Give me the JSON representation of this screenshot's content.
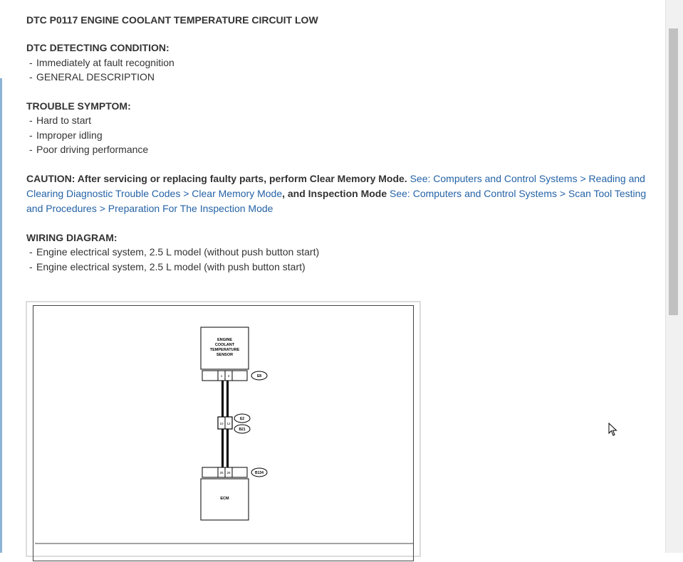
{
  "doc": {
    "title": "DTC P0117 ENGINE COOLANT TEMPERATURE CIRCUIT LOW",
    "detecting": {
      "heading": "DTC DETECTING CONDITION:",
      "items": [
        "Immediately at fault recognition",
        "GENERAL DESCRIPTION"
      ]
    },
    "symptom": {
      "heading": "TROUBLE SYMPTOM:",
      "items": [
        "Hard to start",
        "Improper idling",
        "Poor driving performance"
      ]
    },
    "caution": {
      "bold1": "CAUTION: After servicing or replacing faulty parts, perform Clear Memory Mode.",
      "link1": "See: Computers and Control Systems > Reading and Clearing Diagnostic Trouble Codes > Clear Memory Mode",
      "bold2": ", and Inspection Mode",
      "link2": "See: Computers and Control Systems > Scan Tool Testing and Procedures > Preparation For The Inspection Mode"
    },
    "wiring": {
      "heading": "WIRING DIAGRAM:",
      "items": [
        "Engine electrical system, 2.5 L model (without push button start)",
        "Engine electrical system, 2.5 L model (with push button start)"
      ]
    },
    "bullet": "-"
  },
  "diagram": {
    "sensor_lines": [
      "ENGINE",
      "COOLANT",
      "TEMPERATURE",
      "SENSOR"
    ],
    "ecm_label": "ECM",
    "connectors": {
      "sensor": "E8",
      "mid_top": "E2",
      "mid_bottom": "B21",
      "ecm": "B134"
    },
    "pins": {
      "sensor": [
        "1",
        "2"
      ],
      "mid": [
        "10",
        "12"
      ],
      "ecm": [
        "25",
        "26"
      ]
    }
  }
}
